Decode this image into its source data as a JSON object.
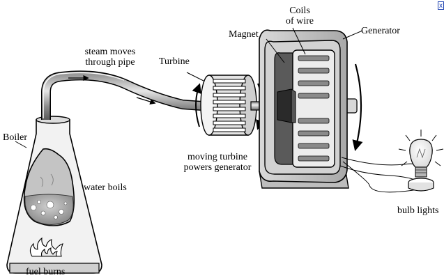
{
  "labels": {
    "coils_line1": "Coils",
    "coils_line2": "of wire",
    "magnet": "Magnet",
    "generator": "Generator",
    "steam_line1": "steam moves",
    "steam_line2": "through pipe",
    "turbine": "Turbine",
    "boiler": "Boiler",
    "moving_line1": "moving turbine",
    "moving_line2": "powers generator",
    "water_boils": "water boils",
    "bulb_lights": "bulb lights",
    "fuel_burns": "fuel burns"
  },
  "controls": {
    "close_glyph": "x"
  },
  "icons": [
    "close-icon"
  ]
}
